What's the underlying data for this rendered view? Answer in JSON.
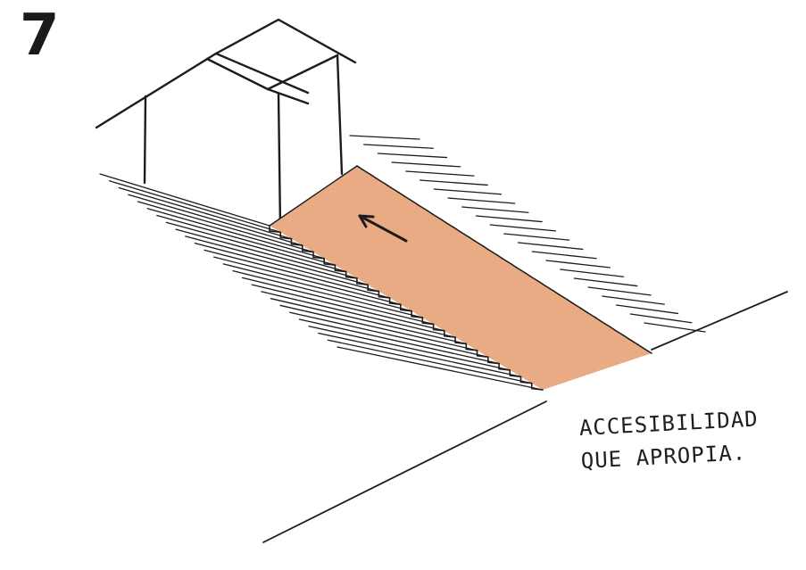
{
  "figure_number": "7",
  "caption": {
    "line1": "ACCESIBILIDAD",
    "line2": "QUE APROPIA."
  },
  "colors": {
    "ink": "#1c1c1c",
    "ramp_fill": "#f2a774",
    "background": "#ffffff"
  },
  "icons": {
    "direction_arrow": "arrow-up-left-icon"
  }
}
